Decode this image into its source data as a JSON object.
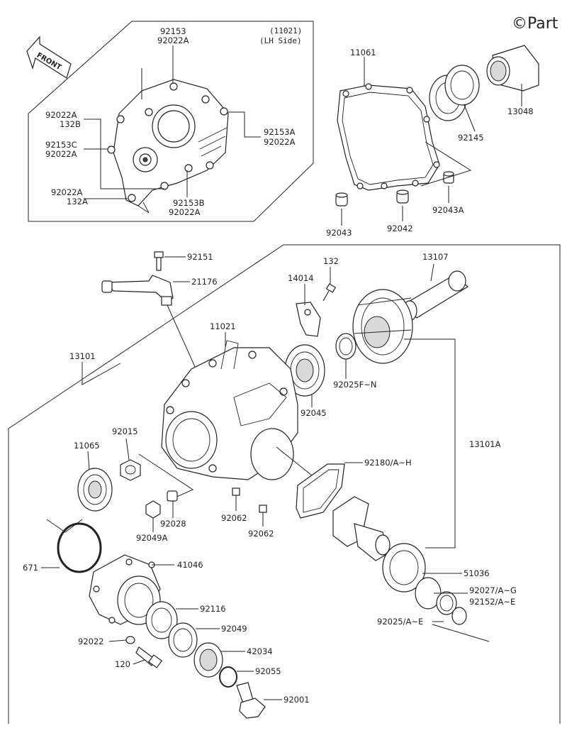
{
  "copyright": "©Part",
  "front_label": "FRONT",
  "inset_header": {
    "ref": "(11021)",
    "side": "(LH Side)"
  },
  "labels": [
    {
      "id": "l-92153-top",
      "text": "92153"
    },
    {
      "id": "l-92022a-top",
      "text": "92022A"
    },
    {
      "id": "l-92022a-left1",
      "text": "92022A"
    },
    {
      "id": "l-132b",
      "text": "132B"
    },
    {
      "id": "l-92153c",
      "text": "92153C"
    },
    {
      "id": "l-92022a-left2",
      "text": "92022A"
    },
    {
      "id": "l-92022a-left3",
      "text": "92022A"
    },
    {
      "id": "l-132a",
      "text": "132A"
    },
    {
      "id": "l-92153a",
      "text": "92153A"
    },
    {
      "id": "l-92022a-right1",
      "text": "92022A"
    },
    {
      "id": "l-92153b",
      "text": "92153B"
    },
    {
      "id": "l-92022a-bottom",
      "text": "92022A"
    },
    {
      "id": "l-11061",
      "text": "11061"
    },
    {
      "id": "l-13048",
      "text": "13048"
    },
    {
      "id": "l-92145",
      "text": "92145"
    },
    {
      "id": "l-92043a",
      "text": "92043A"
    },
    {
      "id": "l-92043",
      "text": "92043"
    },
    {
      "id": "l-92042",
      "text": "92042"
    },
    {
      "id": "l-92151",
      "text": "92151"
    },
    {
      "id": "l-21176",
      "text": "21176"
    },
    {
      "id": "l-132",
      "text": "132"
    },
    {
      "id": "l-14014",
      "text": "14014"
    },
    {
      "id": "l-13107",
      "text": "13107"
    },
    {
      "id": "l-11021",
      "text": "11021"
    },
    {
      "id": "l-13101",
      "text": "13101"
    },
    {
      "id": "l-92025fn",
      "text": "92025F~N"
    },
    {
      "id": "l-92045",
      "text": "92045"
    },
    {
      "id": "l-13101a",
      "text": "13101A"
    },
    {
      "id": "l-92015",
      "text": "92015"
    },
    {
      "id": "l-11065",
      "text": "11065"
    },
    {
      "id": "l-92180",
      "text": "92180/A~H"
    },
    {
      "id": "l-92028",
      "text": "92028"
    },
    {
      "id": "l-92049a",
      "text": "92049A"
    },
    {
      "id": "l-92062a",
      "text": "92062"
    },
    {
      "id": "l-92062b",
      "text": "92062"
    },
    {
      "id": "l-671",
      "text": "671"
    },
    {
      "id": "l-41046",
      "text": "41046"
    },
    {
      "id": "l-92116",
      "text": "92116"
    },
    {
      "id": "l-92049",
      "text": "92049"
    },
    {
      "id": "l-92022",
      "text": "92022"
    },
    {
      "id": "l-42034",
      "text": "42034"
    },
    {
      "id": "l-120",
      "text": "120"
    },
    {
      "id": "l-92055",
      "text": "92055"
    },
    {
      "id": "l-92001",
      "text": "92001"
    },
    {
      "id": "l-51036",
      "text": "51036"
    },
    {
      "id": "l-92027",
      "text": "92027/A~G"
    },
    {
      "id": "l-92152",
      "text": "92152/A~E"
    },
    {
      "id": "l-92025ae",
      "text": "92025/A~E"
    }
  ]
}
